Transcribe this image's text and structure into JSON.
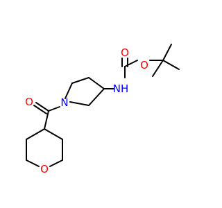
{
  "structure": {
    "background_color": "#ffffff",
    "bond_color": "#000000",
    "atoms": {
      "carbonyl_oxygen_top": {
        "symbol": "O",
        "color": "#ff0000"
      },
      "ester_oxygen": {
        "symbol": "O",
        "color": "#ff0000"
      },
      "carbamate_nitrogen": {
        "symbol": "NH",
        "color": "#0000ff"
      },
      "pyrrolidine_nitrogen": {
        "symbol": "N",
        "color": "#0000ff"
      },
      "amide_oxygen": {
        "symbol": "O",
        "color": "#ff0000"
      },
      "ring_oxygen": {
        "symbol": "O",
        "color": "#ff0000"
      }
    }
  }
}
